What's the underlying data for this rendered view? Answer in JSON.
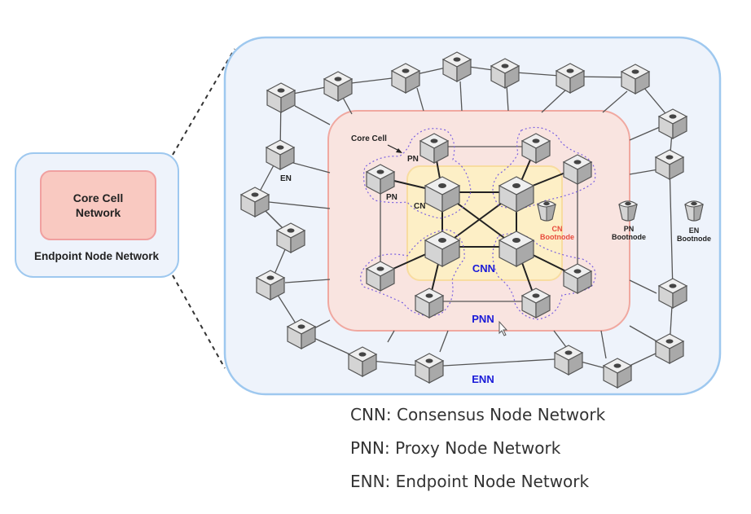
{
  "colors": {
    "enn_fill": "#eef3fb",
    "enn_stroke": "#9ec8ef",
    "pnn_fill": "#f9e4e0",
    "pnn_stroke": "#f0a8a0",
    "cnn_fill": "#fdefc6",
    "cnn_stroke": "#f8dca0",
    "cell_outline": "#7b61e0",
    "network_label": "#1a1ad8",
    "cn_bootnode_label": "#e84a3c",
    "node_label": "#222222",
    "edge": "#555555",
    "core_edge": "#222222"
  },
  "overview": {
    "inner_label": "Core Cell\nNetwork",
    "outer_label": "Endpoint Node Network"
  },
  "labels": {
    "core_cell": "Core Cell",
    "en": "EN",
    "pn_top": "PN",
    "pn_left": "PN",
    "cn": "CN",
    "cn_bootnode": "CN\nBootnode",
    "pn_bootnode": "PN\nBootnode",
    "en_bootnode": "EN\nBootnode",
    "cnn": "CNN",
    "pnn": "PNN",
    "enn": "ENN"
  },
  "legend": [
    "CNN: Consensus Node Network",
    "PNN: Proxy Node Network",
    "ENN: Endpoint Node Network"
  ],
  "nodes": {
    "en": [
      {
        "id": "e1",
        "kind": "EN"
      },
      {
        "id": "e2",
        "kind": "EN"
      },
      {
        "id": "e3",
        "kind": "EN"
      },
      {
        "id": "e4",
        "kind": "EN"
      },
      {
        "id": "e5",
        "kind": "EN"
      },
      {
        "id": "e6",
        "kind": "EN"
      },
      {
        "id": "e7",
        "kind": "EN"
      },
      {
        "id": "e8",
        "kind": "EN"
      },
      {
        "id": "e9",
        "kind": "EN"
      },
      {
        "id": "e10",
        "kind": "EN"
      },
      {
        "id": "e11",
        "kind": "EN"
      },
      {
        "id": "e12",
        "kind": "EN"
      },
      {
        "id": "e13",
        "kind": "EN"
      },
      {
        "id": "e14",
        "kind": "EN"
      },
      {
        "id": "e15",
        "kind": "EN"
      },
      {
        "id": "e16",
        "kind": "EN"
      },
      {
        "id": "e17",
        "kind": "EN"
      },
      {
        "id": "e18",
        "kind": "EN"
      },
      {
        "id": "e19",
        "kind": "EN"
      },
      {
        "id": "e20",
        "kind": "EN"
      },
      {
        "id": "e21",
        "kind": "EN"
      }
    ],
    "pn": [
      {
        "id": "p1",
        "kind": "PN"
      },
      {
        "id": "p2",
        "kind": "PN"
      },
      {
        "id": "p3",
        "kind": "PN"
      },
      {
        "id": "p4",
        "kind": "PN"
      },
      {
        "id": "p5",
        "kind": "PN"
      },
      {
        "id": "p6",
        "kind": "PN"
      },
      {
        "id": "p7",
        "kind": "PN"
      },
      {
        "id": "p8",
        "kind": "PN"
      }
    ],
    "cn": [
      {
        "id": "c1",
        "kind": "CN"
      },
      {
        "id": "c2",
        "kind": "CN"
      },
      {
        "id": "c3",
        "kind": "CN"
      },
      {
        "id": "c4",
        "kind": "CN"
      }
    ],
    "bootnodes": [
      {
        "id": "bcn",
        "kind": "CN Bootnode"
      },
      {
        "id": "bpn",
        "kind": "PN Bootnode"
      },
      {
        "id": "ben",
        "kind": "EN Bootnode"
      }
    ]
  },
  "edges": {
    "en": [
      [
        "e1",
        "e2"
      ],
      [
        "e2",
        "e3"
      ],
      [
        "e3",
        "e4"
      ],
      [
        "e4",
        "e5"
      ],
      [
        "e5",
        "e6"
      ],
      [
        "e6",
        "e7"
      ],
      [
        "e7",
        "e8"
      ],
      [
        "e8",
        "e9"
      ],
      [
        "e9",
        "e10"
      ],
      [
        "e10",
        "e11"
      ],
      [
        "e11",
        "e12"
      ],
      [
        "e12",
        "e13"
      ],
      [
        "e13",
        "e14"
      ],
      [
        "e14",
        "e15"
      ],
      [
        "e15",
        "e16"
      ],
      [
        "e16",
        "e17"
      ],
      [
        "e17",
        "e18"
      ],
      [
        "e18",
        "e19"
      ],
      [
        "e19",
        "e20"
      ],
      [
        "e20",
        "e1"
      ],
      [
        "e19",
        "e21"
      ],
      [
        "e21",
        "e18"
      ]
    ],
    "core": [
      [
        "c1",
        "c2"
      ],
      [
        "c2",
        "c4"
      ],
      [
        "c4",
        "c3"
      ],
      [
        "c3",
        "c1"
      ],
      [
        "c1",
        "c4"
      ],
      [
        "c2",
        "c3"
      ],
      [
        "c1",
        "p1"
      ],
      [
        "c1",
        "p2"
      ],
      [
        "c2",
        "p3"
      ],
      [
        "c2",
        "p4"
      ],
      [
        "c3",
        "p5"
      ],
      [
        "c3",
        "p6"
      ],
      [
        "c4",
        "p7"
      ],
      [
        "c4",
        "p8"
      ]
    ],
    "pn": [
      [
        "p1",
        "p3"
      ],
      [
        "p2",
        "p5"
      ],
      [
        "p4",
        "p7"
      ],
      [
        "p6",
        "p8"
      ]
    ]
  }
}
